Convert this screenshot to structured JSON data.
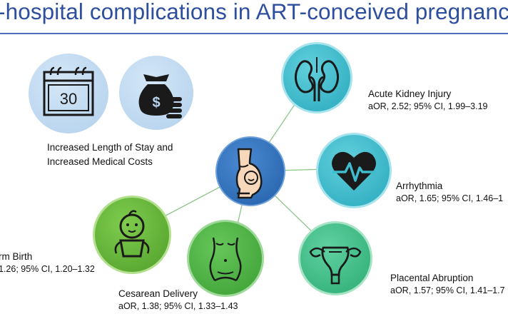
{
  "title": "-hospital complications in ART-conceived pregnanc",
  "cost_label": {
    "line1": "Increased Length of Stay and",
    "line2": "Increased Medical Costs"
  },
  "calendar_day": "30",
  "money_symbol": "$",
  "outcomes": {
    "aki": {
      "name": "Acute Kidney Injury",
      "stat": "aOR, 2.52; 95% CI, 1.99–3.19"
    },
    "arrhythmia": {
      "name": "Arrhythmia",
      "stat": "aOR, 1.65; 95% CI, 1.46–1"
    },
    "placental": {
      "name": "Placental Abruption",
      "stat": "aOR, 1.57; 95% CI, 1.41–1.7"
    },
    "cesarean": {
      "name": "Cesarean Delivery",
      "stat": "aOR, 1.38; 95% CI, 1.33–1.43"
    },
    "preterm": {
      "name": "rm Birth",
      "stat": "1.26; 95% CI, 1.20–1.32"
    }
  },
  "colors": {
    "title": "#2e4f9e",
    "teal": "#2fb3c7",
    "green": "#4db041",
    "center_blue": "#2f6db5",
    "light_blue": "#bcd7ef",
    "connector": "#8cc48a"
  }
}
